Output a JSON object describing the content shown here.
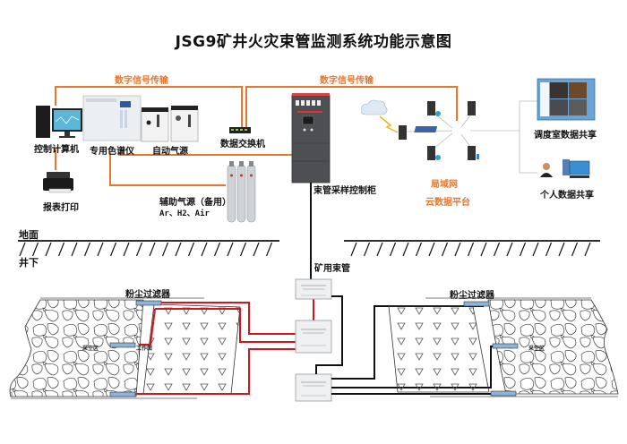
{
  "title": "JSG9矿井火灾束管监测系统功能示意图",
  "signal": {
    "left_label": "数字信号传输",
    "right_label": "数字信号传输"
  },
  "surface": {
    "control_computer": "控制计算机",
    "chromatograph": "专用色谱仪",
    "auto_gas_source": "自动气源",
    "data_switch": "数据交换机",
    "report_print": "报表打印",
    "aux_gas": "辅助气源（备用）",
    "aux_gas_types": "Ar、H2、Air",
    "sampling_cabinet": "束管采样控制柜",
    "lan": "局域网",
    "cloud_platform": "云数据平台",
    "dispatch_share": "调度室数据共享",
    "personal_share": "个人数据共享"
  },
  "ground": {
    "surface_label": "地面",
    "underground_label": "井下"
  },
  "underground": {
    "mine_tube": "矿用束管",
    "dust_filter_left": "粉尘过滤器",
    "dust_filter_right": "粉尘过滤器",
    "goaf_left": "采空区",
    "goaf_right": "采空区",
    "workface": "工作面"
  },
  "colors": {
    "signal_line": "#e8772e",
    "tube_red": "#d4161c",
    "tube_black": "#111111",
    "network_line": "#bbbbbb"
  }
}
